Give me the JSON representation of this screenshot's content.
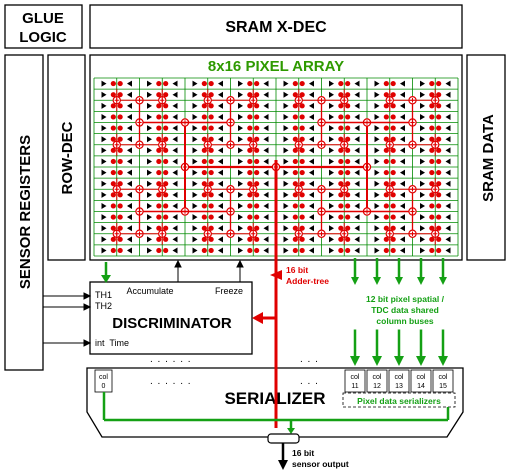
{
  "blocks": {
    "glue_logic_line1": "GLUE",
    "glue_logic_line2": "LOGIC",
    "sram_xdec": "SRAM X-DEC",
    "pixel_array_title": "8x16 PIXEL ARRAY",
    "sensor_registers": "SENSOR REGISTERS",
    "row_dec": "ROW-DEC",
    "sram_data": "SRAM DATA",
    "discriminator": "DISCRIMINATOR",
    "serializer": "SERIALIZER"
  },
  "discriminator_signals": {
    "th1": "TH1",
    "th2": "TH2",
    "int_time": "int  Time",
    "accumulate": "Accumulate",
    "freeze": "Freeze"
  },
  "annotations": {
    "adder_tree_line1": "16 bit",
    "adder_tree_line2": "Adder-tree",
    "column_buses_line1": "12 bit pixel spatial /",
    "column_buses_line2": "TDC data shared",
    "column_buses_line3": "column buses",
    "pixel_data_serializers": "Pixel data serializers",
    "output_line1": "16 bit",
    "output_line2": "sensor output",
    "ellipsis_left": ". . . . . .",
    "ellipsis_right": ". . ."
  },
  "serializer_cells": [
    {
      "line1": "col",
      "line2": "0"
    },
    {
      "line1": "col",
      "line2": "11"
    },
    {
      "line1": "col",
      "line2": "12"
    },
    {
      "line1": "col",
      "line2": "13"
    },
    {
      "line1": "col",
      "line2": "14"
    },
    {
      "line1": "col",
      "line2": "15"
    }
  ],
  "pixel_array": {
    "rows": 8,
    "columns": 16
  },
  "colors": {
    "grid_green": "#008a00",
    "title_green": "#2e9a00",
    "adder_red": "#e00000",
    "bus_green": "#14a014",
    "outline": "#000000"
  }
}
